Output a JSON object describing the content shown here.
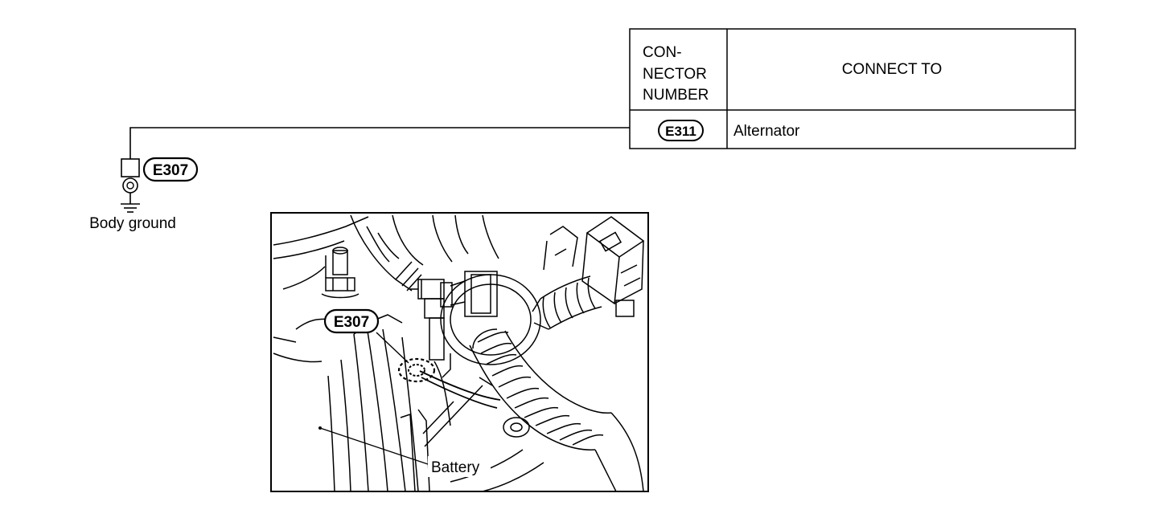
{
  "connector_table": {
    "header_number": [
      "CON-",
      "NECTOR",
      "NUMBER"
    ],
    "header_connect_to": "CONNECT TO",
    "rows": [
      {
        "connector": "E311",
        "connect_to": "Alternator"
      }
    ]
  },
  "ground_symbol": {
    "connector": "E307",
    "label": "Body ground"
  },
  "illustration": {
    "connector_callout": "E307",
    "battery_label": "Battery"
  },
  "colors": {
    "line": "#000000",
    "background": "#ffffff"
  }
}
